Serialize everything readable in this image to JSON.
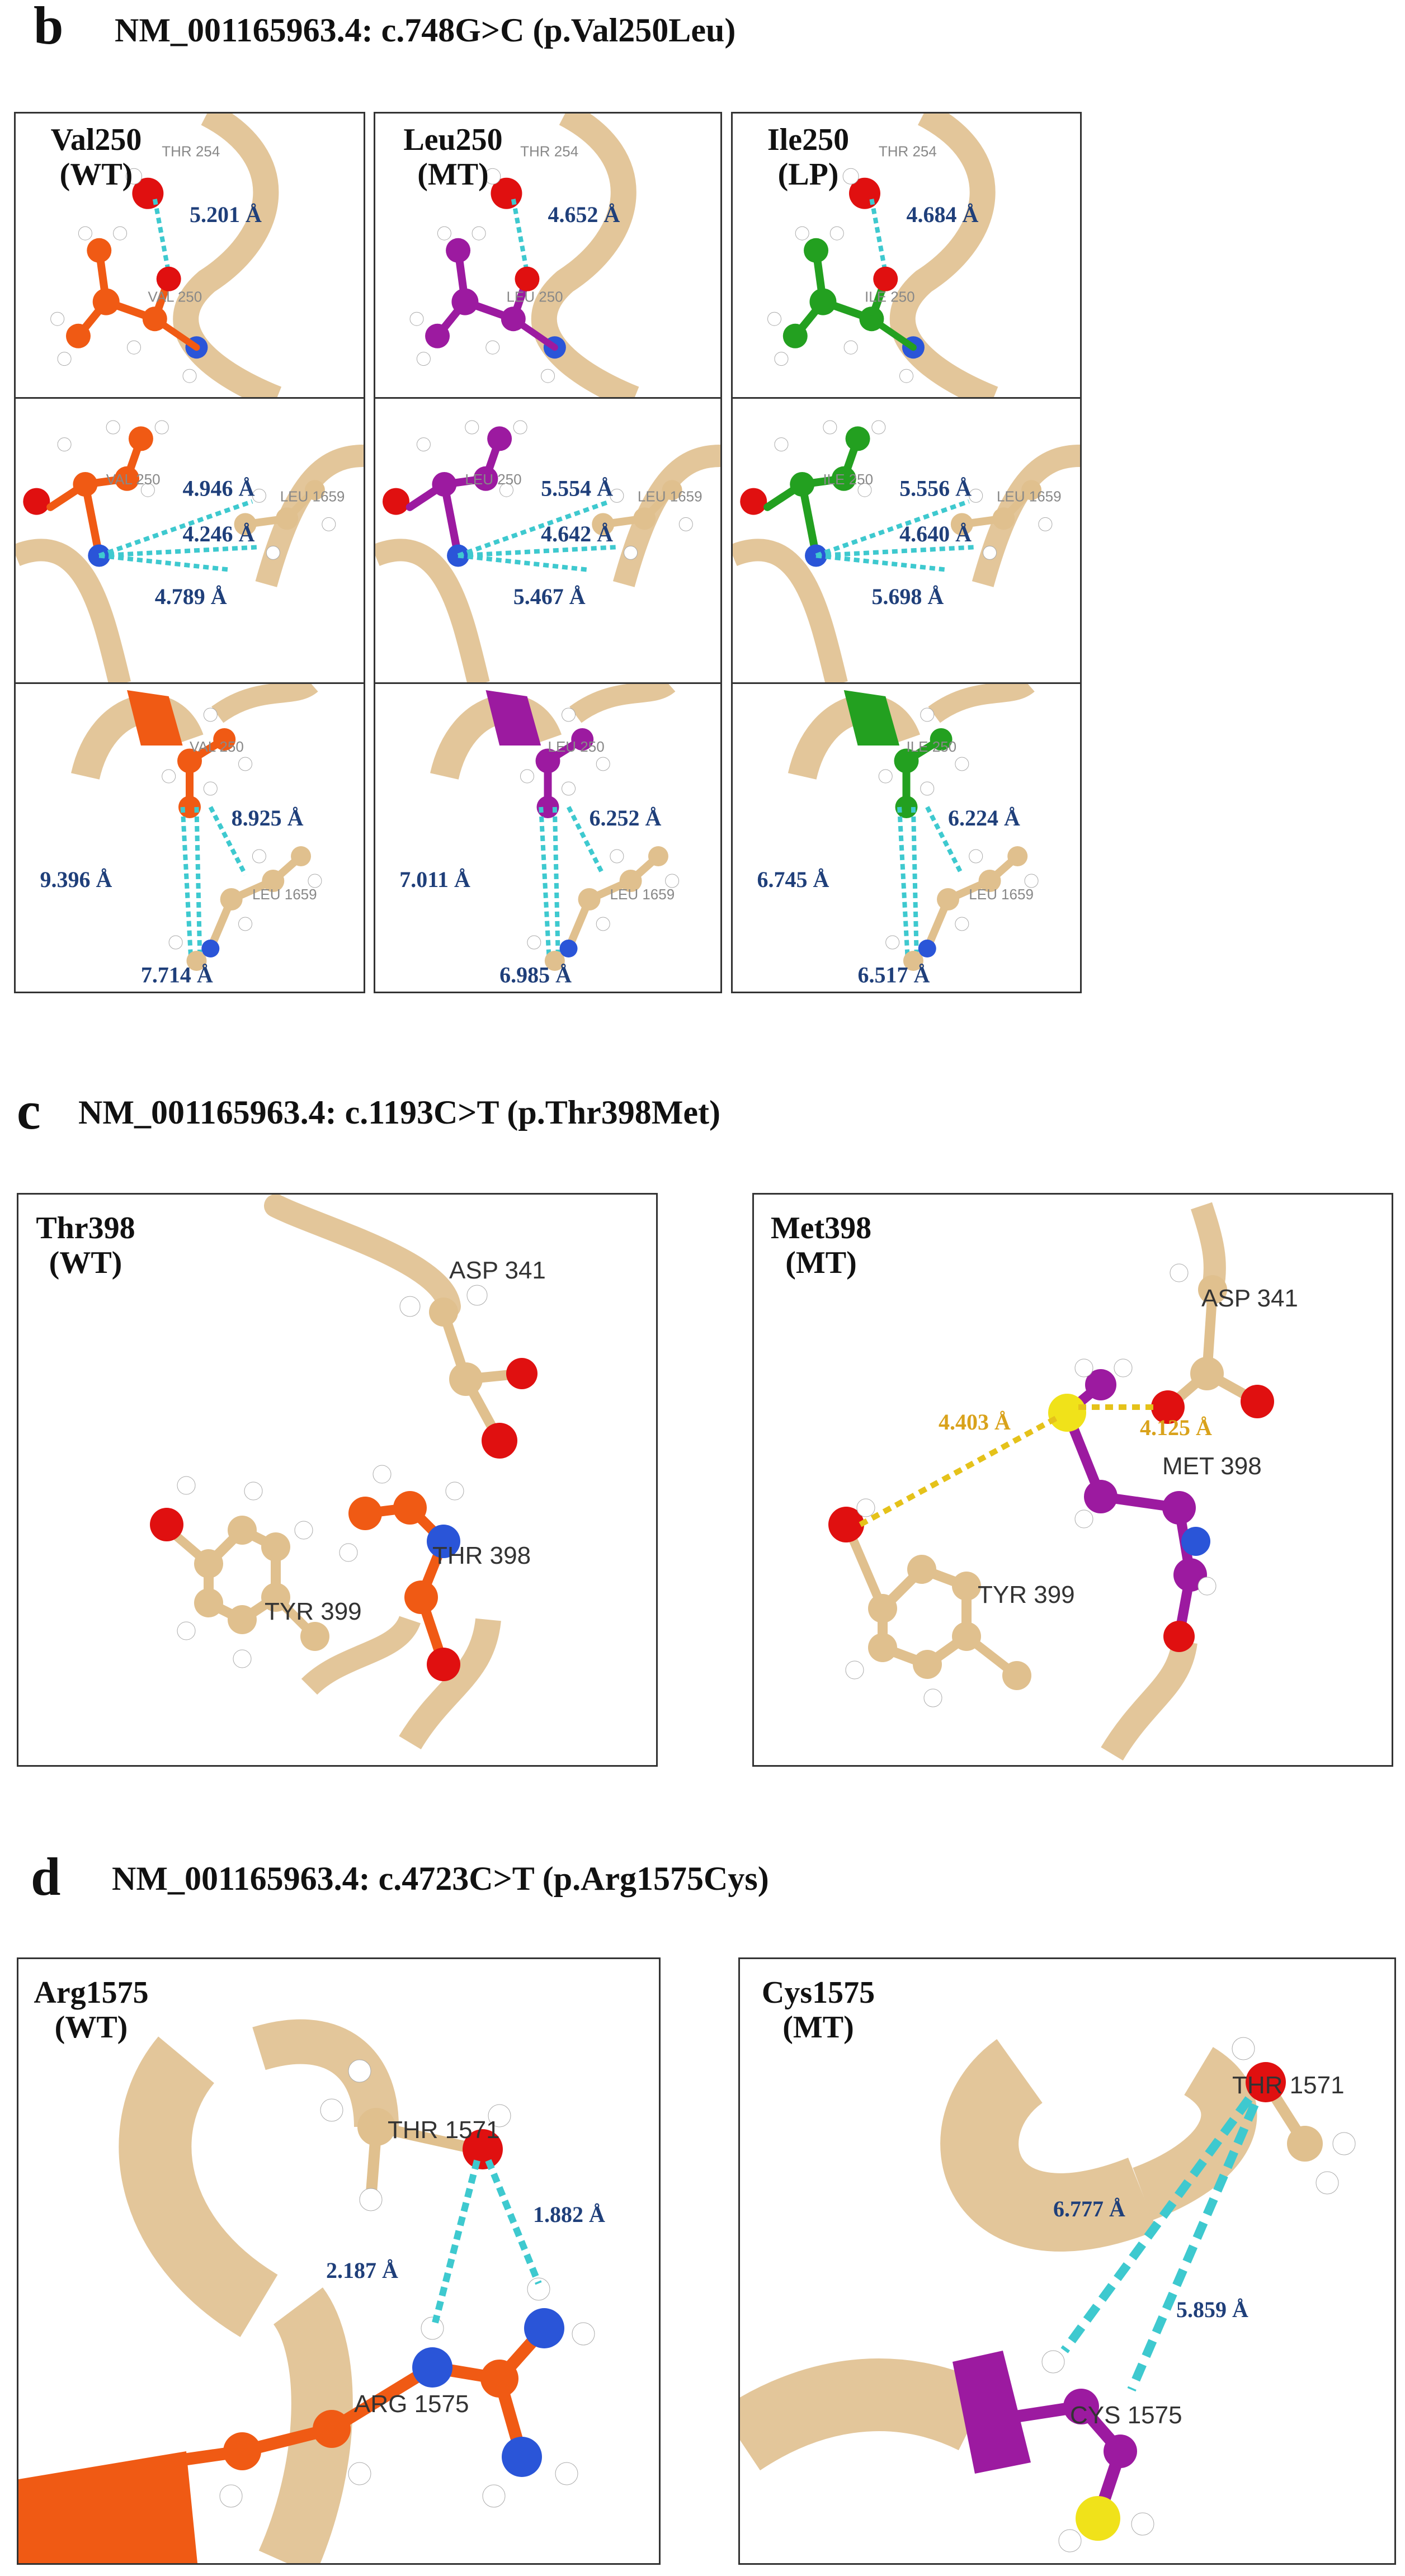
{
  "panels": {
    "b": {
      "letter": "b",
      "title": "NM_001165963.4: c.748G>C (p.Val250Leu)",
      "columns": [
        {
          "label_top": "Val250",
          "label_bottom": "(WT)",
          "color": "#f05a14"
        },
        {
          "label_top": "Leu250",
          "label_bottom": "(MT)",
          "color": "#9c1aa0"
        },
        {
          "label_top": "Ile250",
          "label_bottom": "(LP)",
          "color": "#23a020"
        }
      ],
      "rows": [
        {
          "residues": [
            "THR 254",
            "THR 254",
            "THR 254"
          ],
          "residue2": [
            "VAL 250",
            "LEU 250",
            "ILE 250"
          ],
          "distances": [
            [
              "5.201 Å"
            ],
            [
              "4.652 Å"
            ],
            [
              "4.684 Å"
            ]
          ]
        },
        {
          "residues": [
            "VAL 250",
            "LEU 250",
            "ILE 250"
          ],
          "residue2": [
            "LEU 1659",
            "LEU 1659",
            "LEU 1659"
          ],
          "distances": [
            [
              "4.946 Å",
              "4.246 Å",
              "4.789 Å"
            ],
            [
              "5.554 Å",
              "4.642 Å",
              "5.467 Å"
            ],
            [
              "5.556 Å",
              "4.640 Å",
              "5.698 Å"
            ]
          ]
        },
        {
          "residues": [
            "VAL 250",
            "LEU 250",
            "ILE 250"
          ],
          "residue2": [
            "LEU 1659",
            "LEU 1659",
            "LEU 1659"
          ],
          "distances": [
            [
              "9.396 Å",
              "8.925 Å",
              "7.714 Å"
            ],
            [
              "7.011 Å",
              "6.252 Å",
              "6.985 Å"
            ],
            [
              "6.745 Å",
              "6.224 Å",
              "6.517 Å"
            ]
          ]
        }
      ]
    },
    "c": {
      "letter": "c",
      "title": "NM_001165963.4: c.1193C>T (p.Thr398Met)",
      "left": {
        "label_top": "Thr398",
        "label_bottom": "(WT)",
        "res_a": "ASP 341",
        "res_b": "THR 398",
        "res_c": "TYR 399"
      },
      "right": {
        "label_top": "Met398",
        "label_bottom": "(MT)",
        "res_a": "ASP 341",
        "res_b": "MET 398",
        "res_c": "TYR 399",
        "distances": [
          "4.403 Å",
          "4.125 Å"
        ]
      }
    },
    "d": {
      "letter": "d",
      "title": "NM_001165963.4: c.4723C>T (p.Arg1575Cys)",
      "left": {
        "label_top": "Arg1575",
        "label_bottom": "(WT)",
        "res_a": "THR 1571",
        "res_b": "ARG 1575",
        "distances": [
          "2.187 Å",
          "1.882 Å"
        ]
      },
      "right": {
        "label_top": "Cys1575",
        "label_bottom": "(MT)",
        "res_a": "THR 1571",
        "res_b": "CYS 1575",
        "distances": [
          "6.777 Å",
          "5.859 Å"
        ]
      }
    }
  },
  "colors": {
    "ribbon": "#e3c69a",
    "carbon_tan": "#e0c08e",
    "hbond_cyan": "#3ec9cf",
    "hbond_yellow": "#e5c21a",
    "oxygen": "#e01010",
    "nitrogen": "#2a55d8",
    "sulfur": "#f0e21a",
    "hydrogen": "#ffffff",
    "distance_text": "#1f3f7a"
  }
}
